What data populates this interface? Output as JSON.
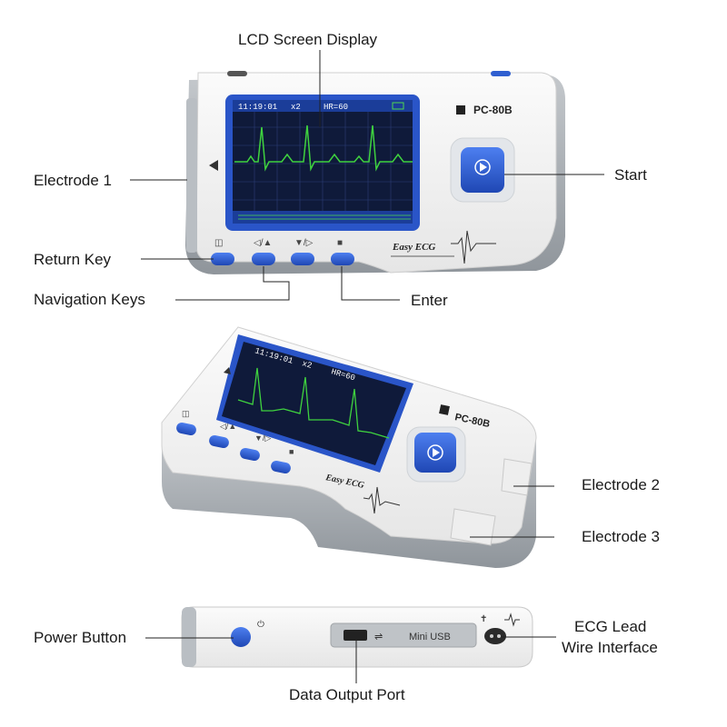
{
  "labels": {
    "lcd_screen_display": "LCD Screen Display",
    "electrode_1": "Electrode 1",
    "start": "Start",
    "return_key": "Return Key",
    "navigation_keys": "Navigation Keys",
    "enter": "Enter",
    "electrode_2": "Electrode 2",
    "electrode_3": "Electrode 3",
    "power_button": "Power Button",
    "data_output_port": "Data Output Port",
    "ecg_lead_line1": "ECG Lead",
    "ecg_lead_line2": "Wire Interface"
  },
  "device": {
    "model": "PC-80B",
    "brand_text": "Easy ECG",
    "port_text": "Mini USB",
    "screen_time": "11:19:01",
    "screen_zoom": "x2",
    "screen_hr": "HR=60"
  },
  "colors": {
    "button_blue": "#2f5fd0",
    "screen_frame": "#2a55c8",
    "lcd_bg": "#0f1a3a",
    "ecg_trace": "#3fd23f",
    "body_white": "#f4f4f4",
    "side_grey": "#9aa0a6"
  }
}
